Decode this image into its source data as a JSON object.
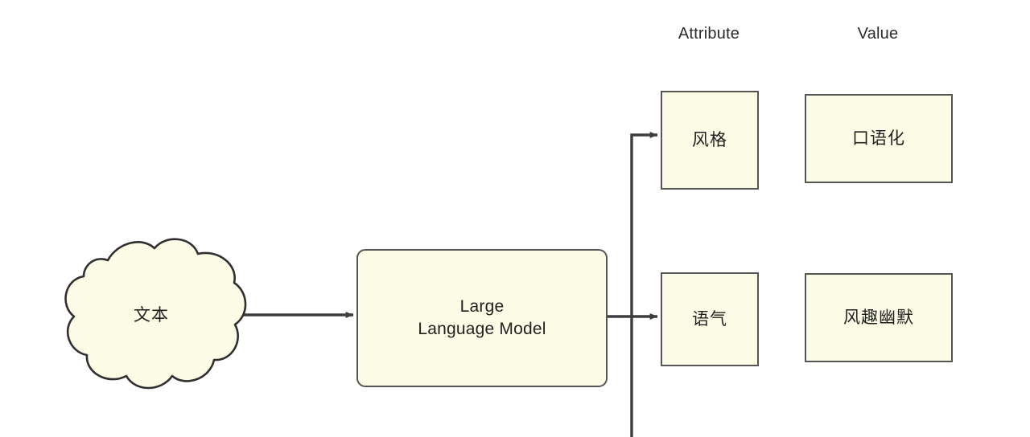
{
  "diagram": {
    "background_color": "#ffffff",
    "node_fill_color": "#fcfce6",
    "node_stroke_color": "#555555",
    "edge_color": "#3d3d3d",
    "text_color": "#1f1f1f",
    "columns": {
      "attribute_header": "Attribute",
      "value_header": "Value"
    },
    "nodes": {
      "input": {
        "label": "文本",
        "shape": "cloud"
      },
      "model": {
        "label": "Large\nLanguage Model",
        "shape": "rounded-rectangle"
      },
      "attributes": [
        {
          "label": "风格",
          "shape": "rectangle"
        },
        {
          "label": "语气",
          "shape": "rectangle"
        }
      ],
      "values": [
        {
          "label": "口语化",
          "shape": "rectangle"
        },
        {
          "label": "风趣幽默",
          "shape": "rectangle"
        }
      ]
    },
    "edges": [
      {
        "from": "input",
        "to": "model",
        "style": "arrow"
      },
      {
        "from": "model",
        "to": "attr-tone",
        "style": "arrow"
      },
      {
        "from": "model",
        "to": "attr-style",
        "style": "arrow-elbow-up"
      },
      {
        "from": "model",
        "to": "below",
        "style": "line-down-offscreen"
      }
    ]
  }
}
